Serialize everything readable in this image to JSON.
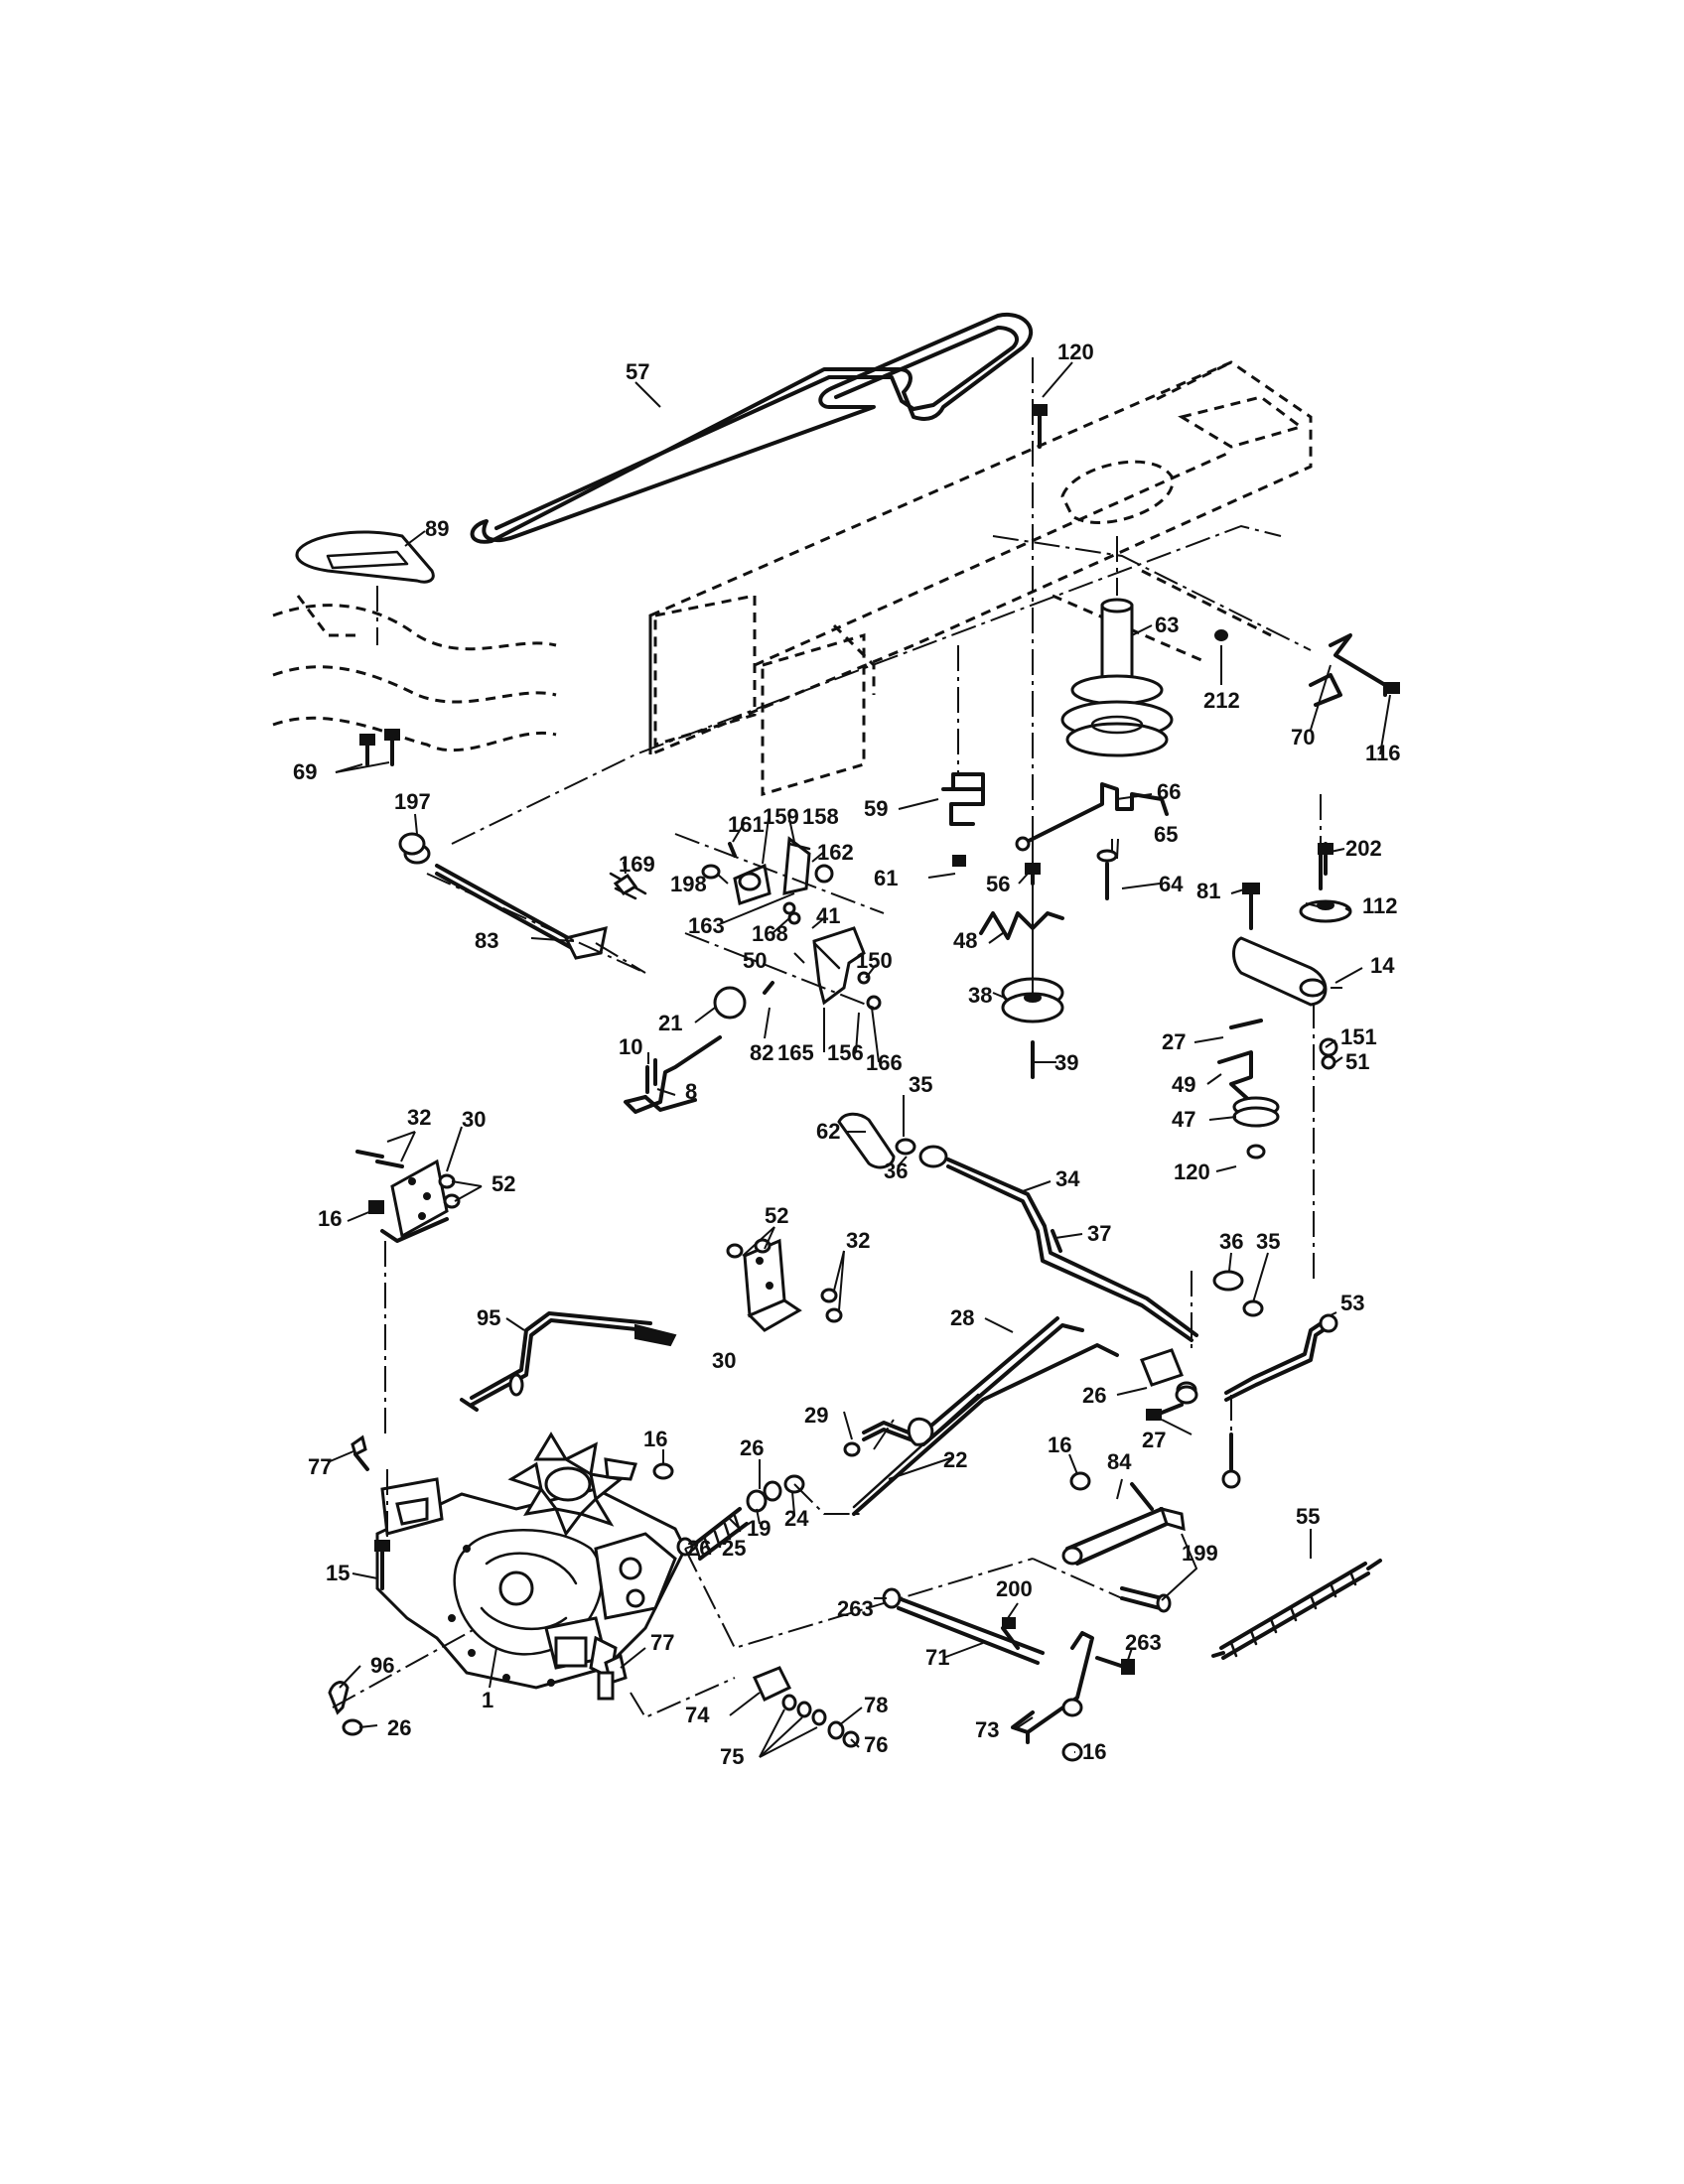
{
  "diagram": {
    "parts": [
      {
        "key": "p57",
        "label": "57"
      },
      {
        "key": "p120a",
        "label": "120"
      },
      {
        "key": "p89",
        "label": "89"
      },
      {
        "key": "p63",
        "label": "63"
      },
      {
        "key": "p212",
        "label": "212"
      },
      {
        "key": "p70",
        "label": "70"
      },
      {
        "key": "p116",
        "label": "116"
      },
      {
        "key": "p69",
        "label": "69"
      },
      {
        "key": "p59",
        "label": "59"
      },
      {
        "key": "p66",
        "label": "66"
      },
      {
        "key": "p65",
        "label": "65"
      },
      {
        "key": "p197",
        "label": "197"
      },
      {
        "key": "p161",
        "label": "161"
      },
      {
        "key": "p159",
        "label": "159"
      },
      {
        "key": "p158",
        "label": "158"
      },
      {
        "key": "p162",
        "label": "162"
      },
      {
        "key": "p169",
        "label": "169"
      },
      {
        "key": "p198",
        "label": "198"
      },
      {
        "key": "p61",
        "label": "61"
      },
      {
        "key": "p56",
        "label": "56"
      },
      {
        "key": "p64",
        "label": "64"
      },
      {
        "key": "p202",
        "label": "202"
      },
      {
        "key": "p81",
        "label": "81"
      },
      {
        "key": "p112",
        "label": "112"
      },
      {
        "key": "p14",
        "label": "14"
      },
      {
        "key": "p83",
        "label": "83"
      },
      {
        "key": "p163",
        "label": "163"
      },
      {
        "key": "p168",
        "label": "168"
      },
      {
        "key": "p41",
        "label": "41"
      },
      {
        "key": "p50",
        "label": "50"
      },
      {
        "key": "p150",
        "label": "150"
      },
      {
        "key": "p48",
        "label": "48"
      },
      {
        "key": "p21",
        "label": "21"
      },
      {
        "key": "p82",
        "label": "82"
      },
      {
        "key": "p165",
        "label": "165"
      },
      {
        "key": "p156",
        "label": "156"
      },
      {
        "key": "p166",
        "label": "166"
      },
      {
        "key": "p38",
        "label": "38"
      },
      {
        "key": "p10",
        "label": "10"
      },
      {
        "key": "p39",
        "label": "39"
      },
      {
        "key": "p27a",
        "label": "27"
      },
      {
        "key": "p151",
        "label": "151"
      },
      {
        "key": "p51",
        "label": "51"
      },
      {
        "key": "p8",
        "label": "8"
      },
      {
        "key": "p49",
        "label": "49"
      },
      {
        "key": "p32a",
        "label": "32"
      },
      {
        "key": "p30a",
        "label": "30"
      },
      {
        "key": "p35a",
        "label": "35"
      },
      {
        "key": "p47",
        "label": "47"
      },
      {
        "key": "p62",
        "label": "62"
      },
      {
        "key": "p52a",
        "label": "52"
      },
      {
        "key": "p36a",
        "label": "36"
      },
      {
        "key": "p120b",
        "label": "120"
      },
      {
        "key": "p34",
        "label": "34"
      },
      {
        "key": "p16a",
        "label": "16"
      },
      {
        "key": "p52b",
        "label": "52"
      },
      {
        "key": "p37",
        "label": "37"
      },
      {
        "key": "p32b",
        "label": "32"
      },
      {
        "key": "p36b",
        "label": "36"
      },
      {
        "key": "p35b",
        "label": "35"
      },
      {
        "key": "p53",
        "label": "53"
      },
      {
        "key": "p95",
        "label": "95"
      },
      {
        "key": "p28",
        "label": "28"
      },
      {
        "key": "p30b",
        "label": "30"
      },
      {
        "key": "p26a",
        "label": "26"
      },
      {
        "key": "p29",
        "label": "29"
      },
      {
        "key": "p27b",
        "label": "27"
      },
      {
        "key": "p16b",
        "label": "16"
      },
      {
        "key": "p26b",
        "label": "26"
      },
      {
        "key": "p16c",
        "label": "16"
      },
      {
        "key": "p84",
        "label": "84"
      },
      {
        "key": "p22",
        "label": "22"
      },
      {
        "key": "p77a",
        "label": "77"
      },
      {
        "key": "p19",
        "label": "19"
      },
      {
        "key": "p24",
        "label": "24"
      },
      {
        "key": "p55",
        "label": "55"
      },
      {
        "key": "p26c",
        "label": "26"
      },
      {
        "key": "p25",
        "label": "25"
      },
      {
        "key": "p199",
        "label": "199"
      },
      {
        "key": "p15",
        "label": "15"
      },
      {
        "key": "p200",
        "label": "200"
      },
      {
        "key": "p263a",
        "label": "263"
      },
      {
        "key": "p77b",
        "label": "77"
      },
      {
        "key": "p263b",
        "label": "263"
      },
      {
        "key": "p71",
        "label": "71"
      },
      {
        "key": "p96",
        "label": "96"
      },
      {
        "key": "p26d",
        "label": "26"
      },
      {
        "key": "p1",
        "label": "1"
      },
      {
        "key": "p78",
        "label": "78"
      },
      {
        "key": "p74",
        "label": "74"
      },
      {
        "key": "p73",
        "label": "73"
      },
      {
        "key": "p16d",
        "label": "16"
      },
      {
        "key": "p75",
        "label": "75"
      },
      {
        "key": "p76",
        "label": "76"
      }
    ]
  }
}
